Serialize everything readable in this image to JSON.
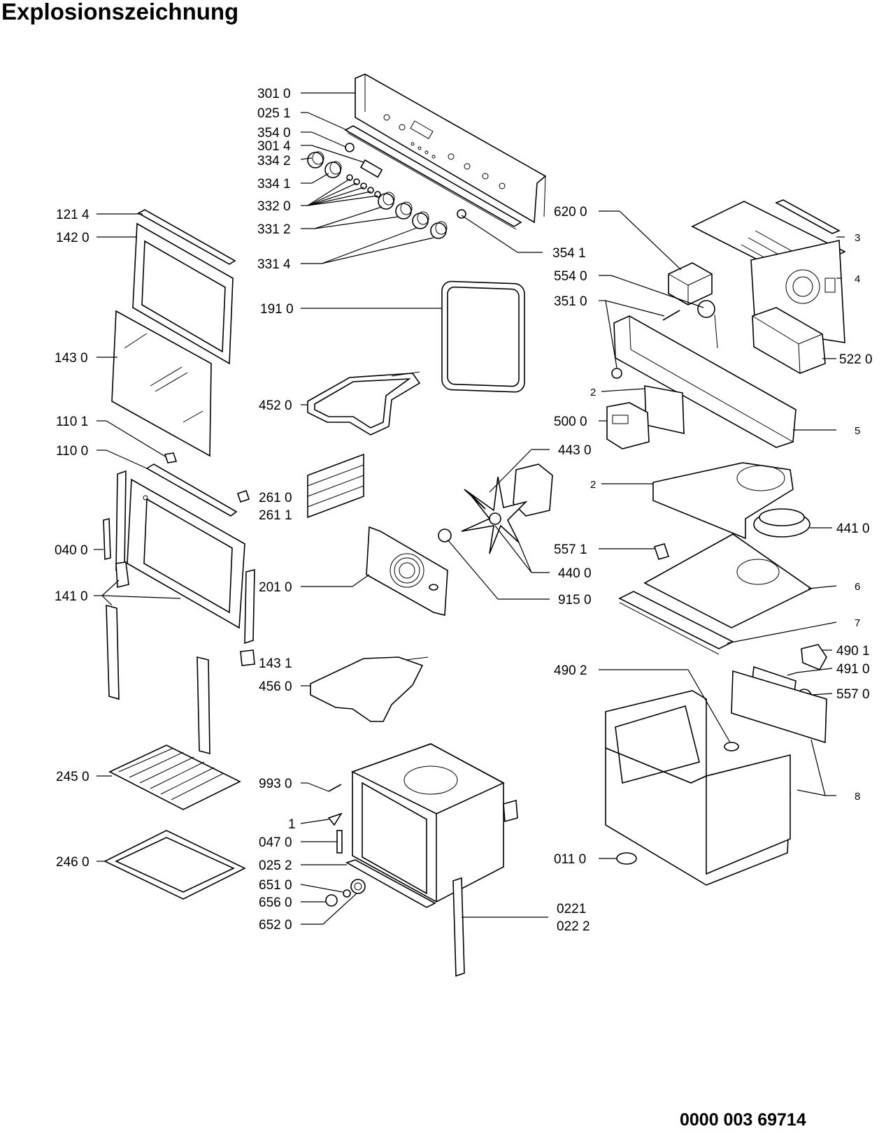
{
  "title": "Explosionszeichnung",
  "footer_code": "0000 003 69714",
  "labels": {
    "l3010": "301 0",
    "l0251": "025 1",
    "l3540": "354 0",
    "l3014": "301 4",
    "l3342": "334 2",
    "l3341": "334 1",
    "l3320": "332 0",
    "l3312": "331 2",
    "l3314": "331 4",
    "l3541": "354 1",
    "l1214": "121 4",
    "l1420": "142 0",
    "l1430": "143 0",
    "l1101": "110 1",
    "l1100": "110 0",
    "l0400": "040 0",
    "l1410": "141 0",
    "l2450": "245 0",
    "l2460": "246 0",
    "l1910": "191 0",
    "l4520": "452 0",
    "l2610": "261 0",
    "l2611": "261 1",
    "l2010": "201 0",
    "l1431": "143 1",
    "l4560": "456 0",
    "l9930": "993 0",
    "l1": "1",
    "l0470": "047 0",
    "l0252": "025 2",
    "l6510": "651 0",
    "l6560": "656 0",
    "l6520": "652 0",
    "l0221": "0221",
    "l0222": "022 2",
    "l6200": "620 0",
    "l5540": "554 0",
    "l3510": "351 0",
    "l2a": "2",
    "l5000": "500 0",
    "l4430": "443 0",
    "l5571": "557 1",
    "l4400": "440 0",
    "l9150": "915 0",
    "l2b": "2",
    "l3": "3",
    "l4": "4",
    "l5220": "522 0",
    "l5": "5",
    "l4410": "441 0",
    "l6": "6",
    "l7": "7",
    "l4901": "490 1",
    "l4910": "491 0",
    "l4902": "490 2",
    "l5570": "557 0",
    "l8": "8",
    "l0110": "011 0"
  }
}
